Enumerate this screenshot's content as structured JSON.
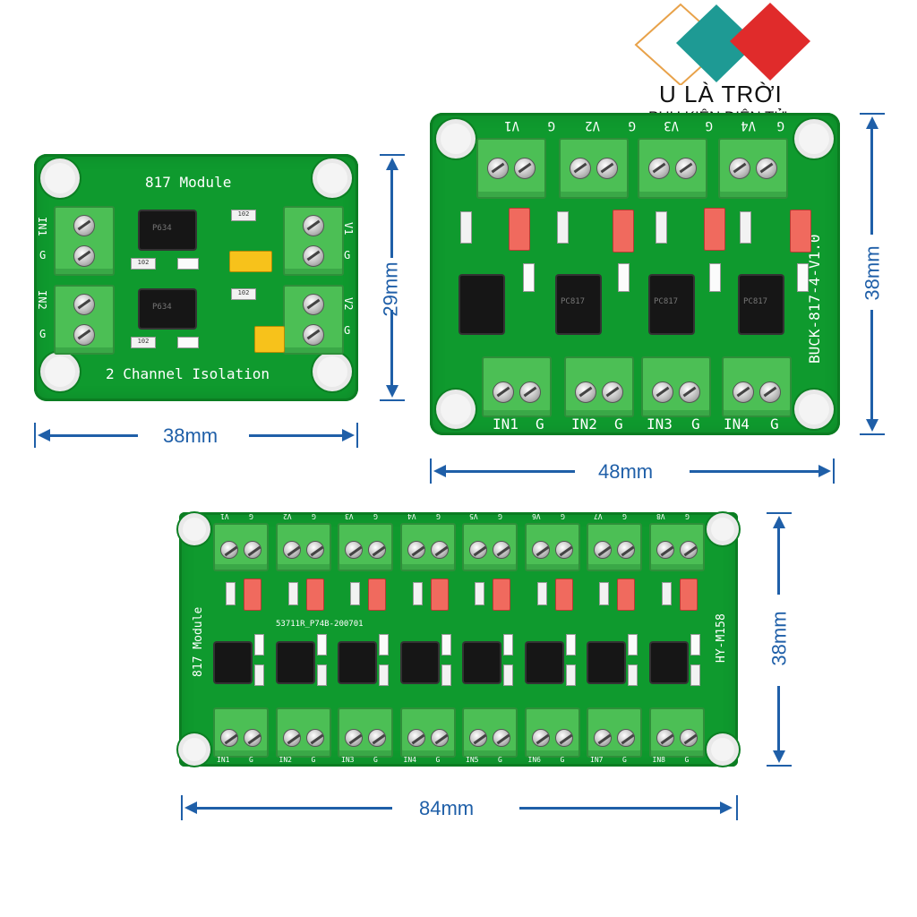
{
  "logo": {
    "name": "U LÀ TRỜI",
    "tagline": "PHỤ KIỆN ĐIỆN TỬ",
    "colors": {
      "teal": "#1e9a94",
      "red": "#e02b2b",
      "outline": "#e8a24a"
    }
  },
  "board_2ch": {
    "title": "817 Module",
    "subtitle": "2 Channel Isolation",
    "labels": {
      "in1": "IN1",
      "g1": "G",
      "in2": "IN2",
      "g2": "G",
      "v1": "V1",
      "gv1": "G",
      "v2": "V2",
      "gv2": "G"
    },
    "chip_text": "P634",
    "smd_text": "102",
    "width_label": "38mm",
    "height_label": "29mm"
  },
  "board_4ch": {
    "title": "BUCK-817-4-V1.0",
    "top_labels": [
      "V1",
      "G",
      "V2",
      "G",
      "V3",
      "G",
      "V4",
      "G"
    ],
    "bottom_labels": [
      "IN1",
      "G",
      "IN2",
      "G",
      "IN3",
      "G",
      "IN4",
      "G"
    ],
    "chip_text": "PC817",
    "width_label": "48mm",
    "height_label": "38mm"
  },
  "board_8ch": {
    "title": "817 Module",
    "model": "HY-M158",
    "code": "53711R_P74B-200701",
    "top_labels": [
      "V1",
      "G",
      "V2",
      "G",
      "V3",
      "G",
      "V4",
      "G",
      "V5",
      "G",
      "V6",
      "G",
      "V7",
      "G",
      "V8",
      "G"
    ],
    "bottom_labels": [
      "IN1",
      "G",
      "IN2",
      "G",
      "IN3",
      "G",
      "IN4",
      "G",
      "IN5",
      "G",
      "IN6",
      "G",
      "IN7",
      "G",
      "IN8",
      "G"
    ],
    "width_label": "84mm",
    "height_label": "38mm"
  },
  "colors": {
    "pcb": "#0f9a2e",
    "dimension": "#1f5fa8",
    "terminal": "#4cbf55"
  }
}
